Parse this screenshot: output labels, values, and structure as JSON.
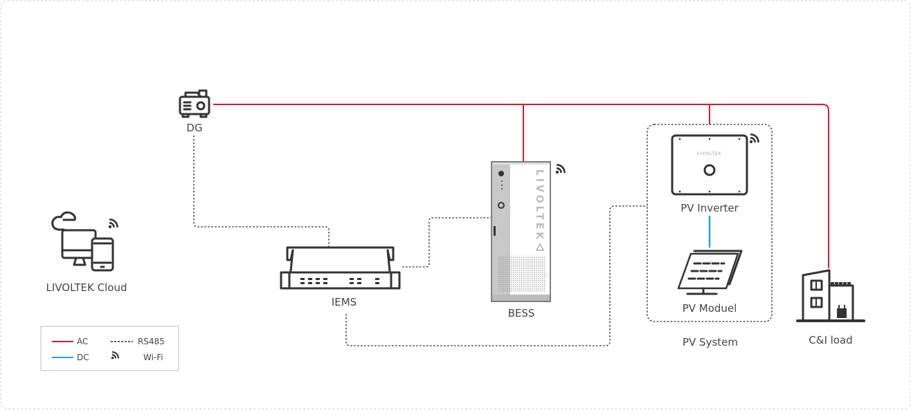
{
  "colors": {
    "ac": "#d7192f",
    "dc": "#2a9fd6",
    "rs485": "#222222",
    "icon": "#333333"
  },
  "nodes": {
    "dg": {
      "label": "DG",
      "icon": "generator-icon"
    },
    "cloud": {
      "label": "LIVOLTEK Cloud",
      "icon": "cloud-devices-icon"
    },
    "iems": {
      "label": "IEMS",
      "icon": "rack-server-icon"
    },
    "bess": {
      "label": "BESS",
      "icon": "battery-cabinet-icon",
      "brand": "LIVOLTEK"
    },
    "pv_inverter": {
      "label": "PV Inverter",
      "icon": "inverter-icon",
      "brand": "LIVOLTEK"
    },
    "pv_module": {
      "label": "PV Moduel",
      "icon": "solar-panel-icon"
    },
    "pv_system": {
      "label": "PV System"
    },
    "load": {
      "label": "C&I load",
      "icon": "building-icon"
    }
  },
  "legend": {
    "ac": "AC",
    "dc": "DC",
    "rs485": "RS485",
    "wifi": "Wi-Fi"
  }
}
